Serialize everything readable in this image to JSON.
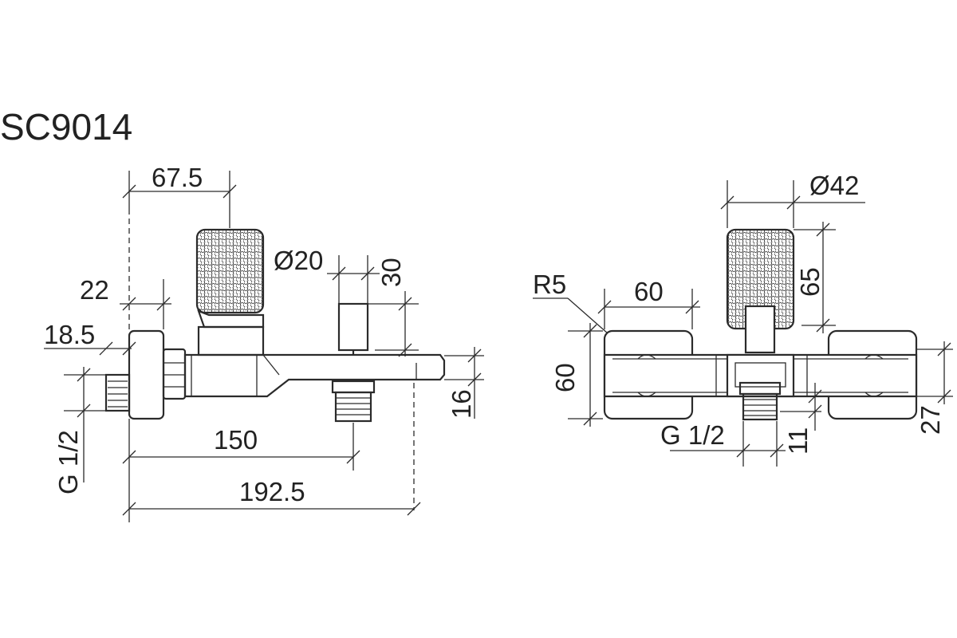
{
  "title": "SC9014",
  "side_view": {
    "dims": {
      "d67_5": "67.5",
      "d20": "Ø20",
      "d30": "30",
      "d22": "22",
      "d18_5": "18.5",
      "g12": "G 1/2",
      "d150": "150",
      "d192_5": "192.5",
      "d16": "16"
    }
  },
  "front_view": {
    "dims": {
      "d42": "Ø42",
      "d65": "65",
      "r5": "R5",
      "d60w": "60",
      "d60h": "60",
      "g12": "G 1/2",
      "d11": "11",
      "d27": "27"
    }
  }
}
